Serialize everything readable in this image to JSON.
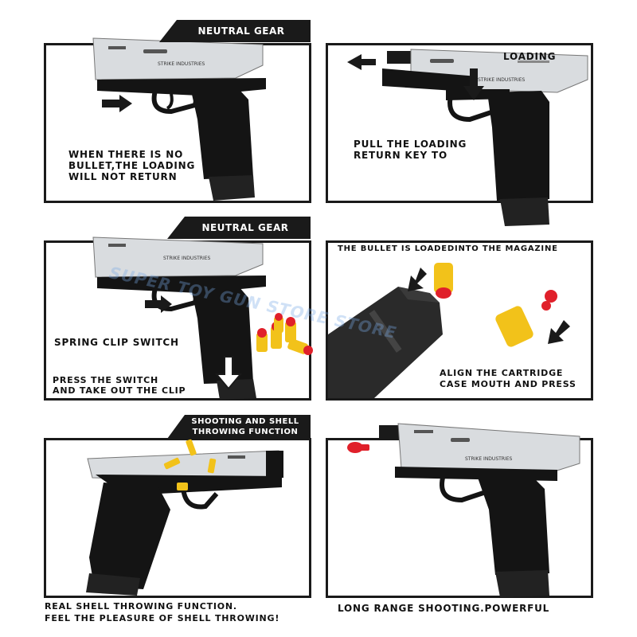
{
  "panels": [
    {
      "tab": "NEUTRAL GEAR",
      "lines": [
        "WHEN THERE IS NO",
        "BULLET,THE LOADING",
        "WILL NOT RETURN"
      ]
    },
    {
      "tab": "LOADING",
      "lines": [
        "PULL THE LOADING",
        "RETURN KEY TO"
      ]
    },
    {
      "tab": "NEUTRAL GEAR",
      "label": "SPRING CLIP SWITCH",
      "lines": [
        "PRESS THE SWITCH",
        "AND TAKE OUT THE CLIP"
      ]
    },
    {
      "top_text": "THE BULLET IS LOADEDINTO THE MAGAZINE",
      "lines": [
        "ALIGN THE CARTRIDGE",
        "CASE MOUTH AND PRESS"
      ]
    },
    {
      "tab_lines": [
        "SHOOTING AND SHELL",
        "THROWING FUNCTION"
      ],
      "lines": [
        "REAL SHELL THROWING FUNCTION.",
        "FEEL THE PLEASURE OF SHELL THROWING!"
      ]
    },
    {
      "lines": [
        "LONG RANGE SHOOTING.POWERFUL"
      ]
    }
  ],
  "slide_brand": "STRIKE INDUSTRIES",
  "watermark": "SUPER TOY GUN STORE STORE",
  "colors": {
    "frame": "#1a1a1a",
    "slide": "#d9dcdf",
    "grip": "#141414",
    "bullet_case": "#f2c21a",
    "bullet_tip": "#e0202a"
  }
}
